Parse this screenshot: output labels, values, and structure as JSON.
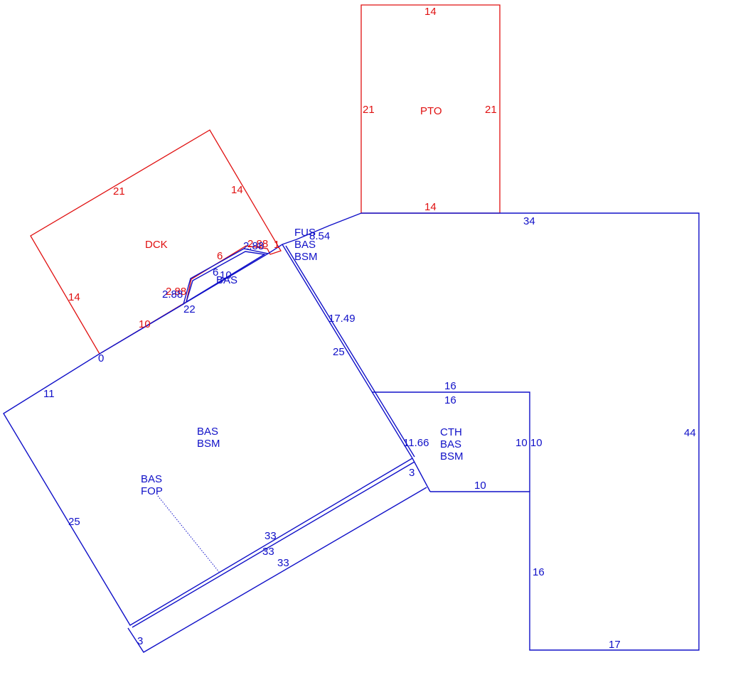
{
  "colors": {
    "red": "#e01010",
    "blue": "#1010c8"
  },
  "areas": {
    "pto": "PTO",
    "dck": "DCK",
    "fus_1": "FUS",
    "fus_2": "BAS",
    "fus_3": "BSM",
    "bas_small": "BAS",
    "main_1": "BAS",
    "main_2": "BSM",
    "fop_1": "BAS",
    "fop_2": "FOP",
    "cth_1": "CTH",
    "cth_2": "BAS",
    "cth_3": "BSM"
  },
  "dims": {
    "pto_top": "14",
    "pto_left": "21",
    "pto_right": "21",
    "pto_bottom": "14",
    "dck_top": "21",
    "dck_right": "14",
    "dck_left": "14",
    "dck_10": "10",
    "dck_6": "6",
    "dck_288": "2.88",
    "dck_288b": "2.88",
    "dck_1": "1",
    "dck_0": "0",
    "fus_854": "8.54",
    "bas_6": "6",
    "bas_10": "10",
    "bas_288": "2.88",
    "bas_288b": "2.88",
    "bas_22": "22",
    "right_34": "34",
    "right_44": "44",
    "right_17": "17",
    "right_16": "16",
    "d_1749": "17.49",
    "d_25a": "25",
    "d_11": "11",
    "d_25b": "25",
    "cth_16a": "16",
    "cth_16b": "16",
    "cth_1010": "10 10",
    "cth_10": "10",
    "cth_1166": "11.66",
    "d_3a": "3",
    "d_33a": "33",
    "d_33b": "33",
    "d_33c": "33",
    "d_3b": "3"
  }
}
